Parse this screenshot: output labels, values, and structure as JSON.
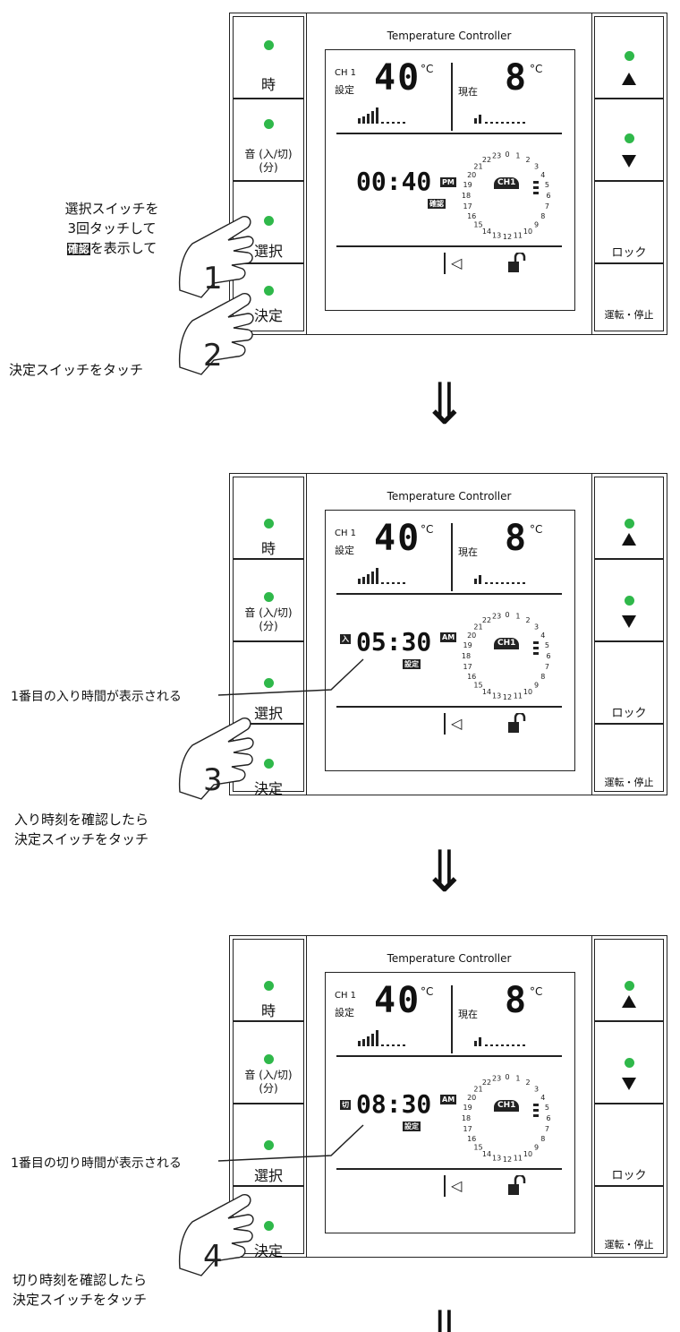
{
  "controller": {
    "title": "Temperature Controller",
    "left_buttons": [
      "時",
      "音 (入/切)",
      "(分)",
      "選択",
      "決定"
    ],
    "right_buttons": {
      "up": "▲",
      "down": "▼",
      "lock": "ロック",
      "run_stop": "運転・停止"
    },
    "ch_label": "CH 1",
    "set_label": "設定",
    "current_label": "現在",
    "set_temp": "40",
    "current_temp": "8",
    "unit": "°C",
    "ch_badge": "CH1",
    "dial_numbers": [
      "0",
      "1",
      "2",
      "3",
      "4",
      "5",
      "6",
      "7",
      "8",
      "9",
      "10",
      "11",
      "12",
      "13",
      "14",
      "15",
      "16",
      "17",
      "18",
      "19",
      "20",
      "21",
      "22",
      "23"
    ],
    "led_color": "#2fb84a"
  },
  "steps": [
    {
      "time": "00:40",
      "ampm": "PM",
      "tag": "確認",
      "mode_tag": "",
      "annotation_lines": [
        "選択スイッチを",
        "3回タッチして",
        "を表示して"
      ],
      "annotation_highlight": "確認",
      "annotation2": "決定スイッチをタッチ",
      "hand_numbers": [
        "1",
        "2"
      ]
    },
    {
      "time": "05:30",
      "ampm": "AM",
      "tag": "設定",
      "mode_tag": "入",
      "callout": "1番目の入り時間が表示される",
      "annotation_lines": [
        "入り時刻を確認したら",
        "決定スイッチをタッチ"
      ],
      "hand_numbers": [
        "3"
      ]
    },
    {
      "time": "08:30",
      "ampm": "AM",
      "tag": "設定",
      "mode_tag": "切",
      "callout": "1番目の切り時間が表示される",
      "annotation_lines": [
        "切り時刻を確認したら",
        "決定スイッチをタッチ"
      ],
      "hand_numbers": [
        "4"
      ]
    }
  ],
  "arrow_glyph": "⇓"
}
